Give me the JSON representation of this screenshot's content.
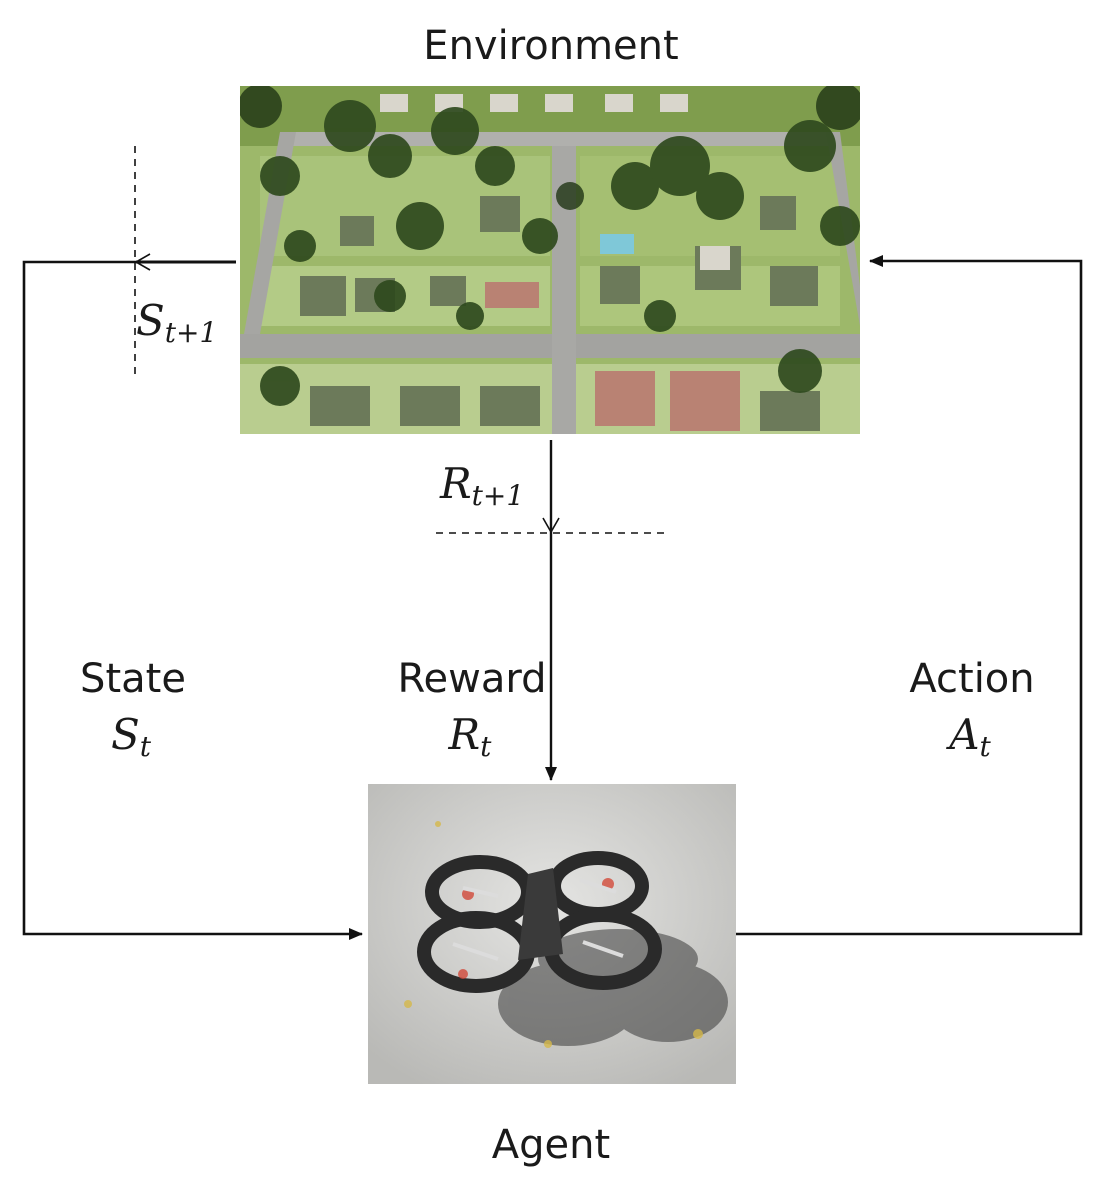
{
  "environment": {
    "title": "Environment",
    "image": "aerial suburban neighborhood render"
  },
  "agent": {
    "title": "Agent",
    "image": "quadcopter drone on asphalt"
  },
  "state": {
    "word": "State",
    "symbol": "S",
    "sub": "t",
    "next_symbol": "S",
    "next_sub": "t+1"
  },
  "reward": {
    "word": "Reward",
    "symbol": "R",
    "sub": "t",
    "next_symbol": "R",
    "next_sub": "t+1"
  },
  "action": {
    "word": "Action",
    "symbol": "A",
    "sub": "t"
  },
  "colors": {
    "line": "#111111",
    "grass": "#8fae5a",
    "road": "#9a9a98",
    "tree": "#2f4a1e",
    "asphalt": "#cfcfcc"
  }
}
